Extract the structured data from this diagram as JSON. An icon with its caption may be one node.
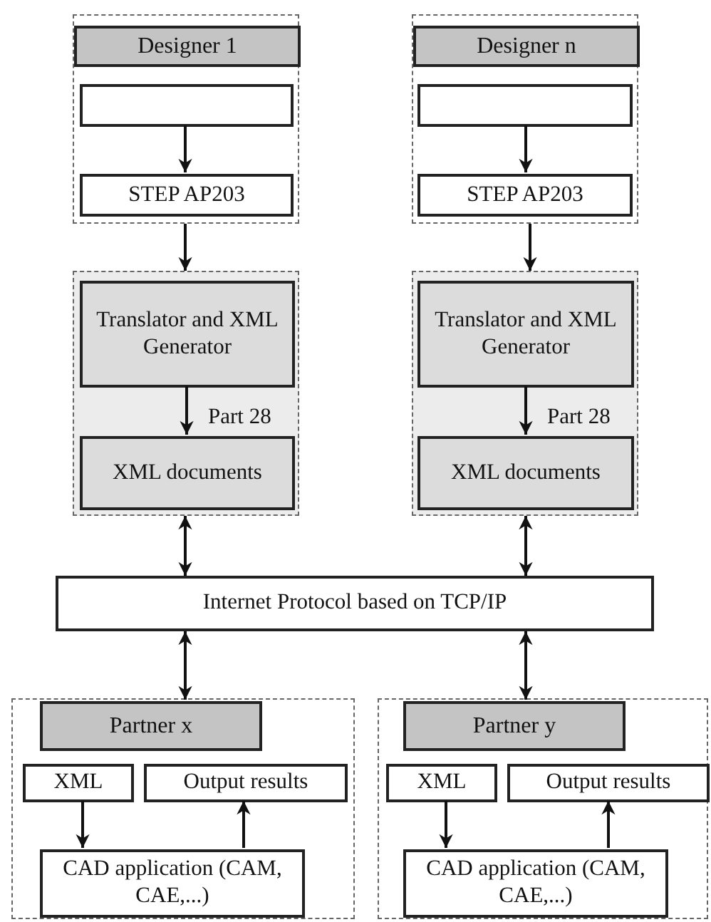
{
  "diagram": {
    "nodes": [
      {
        "text": [],
        "shape": "box"
      },
      {
        "text": [
          "Designer 1"
        ],
        "in": 0
      },
      {
        "text": [],
        "shape": "box",
        "in": 0
      },
      {
        "text": [
          "STEP AP203"
        ],
        "in": 0
      },
      {
        "text": [],
        "shape": "box"
      },
      {
        "text": [
          "Designer n"
        ],
        "in": 4
      },
      {
        "text": [],
        "shape": "box",
        "in": 4
      },
      {
        "text": [
          "STEP AP203"
        ],
        "in": 4
      },
      {
        "text": [],
        "shape": "box"
      },
      {
        "text": [
          "Translator and XML Generator"
        ],
        "in": 8
      },
      {
        "text": [
          "XML documents"
        ],
        "in": 8
      },
      {
        "text": [],
        "shape": "box"
      },
      {
        "text": [
          "Translator and XML Generator"
        ],
        "in": 11
      },
      {
        "text": [
          "XML documents"
        ],
        "in": 11
      },
      {
        "text": [
          "Internet Protocol based on TCP/IP"
        ]
      },
      {
        "text": [],
        "shape": "box"
      },
      {
        "text": [
          "Partner x"
        ],
        "in": 15
      },
      {
        "text": [
          "XML"
        ],
        "in": 15
      },
      {
        "text": [
          "Output results"
        ],
        "in": 15
      },
      {
        "text": [
          "CAD application (CAM, CAE,...)"
        ],
        "in": 15
      },
      {
        "text": [],
        "shape": "box"
      },
      {
        "text": [
          "Partner y"
        ],
        "in": 20
      },
      {
        "text": [
          "XML"
        ],
        "in": 20
      },
      {
        "text": [
          "Output results"
        ],
        "in": 20
      },
      {
        "text": [
          "CAD application (CAM, CAE,...)"
        ],
        "in": 20
      }
    ],
    "edges": [
      {
        "from": 2,
        "to": 3,
        "arrow": "to"
      },
      {
        "from": 6,
        "to": 7,
        "arrow": "to"
      },
      {
        "from": 0,
        "to": 8,
        "arrow": "to"
      },
      {
        "from": 4,
        "to": 11,
        "arrow": "to"
      },
      {
        "from": 9,
        "to": 10,
        "arrow": "to",
        "label": "Part 28"
      },
      {
        "from": 12,
        "to": 13,
        "arrow": "to",
        "label": "Part 28"
      },
      {
        "from": 8,
        "to": 14,
        "arrow": "both"
      },
      {
        "from": 11,
        "to": 14,
        "arrow": "both"
      },
      {
        "from": 14,
        "to": 16,
        "arrow": "both"
      },
      {
        "from": 14,
        "to": 21,
        "arrow": "both"
      },
      {
        "from": 17,
        "to": 19,
        "arrow": "to"
      },
      {
        "from": 19,
        "to": 18,
        "arrow": "to"
      },
      {
        "from": 22,
        "to": 24,
        "arrow": "to"
      },
      {
        "from": 24,
        "to": 23,
        "arrow": "to"
      }
    ]
  }
}
